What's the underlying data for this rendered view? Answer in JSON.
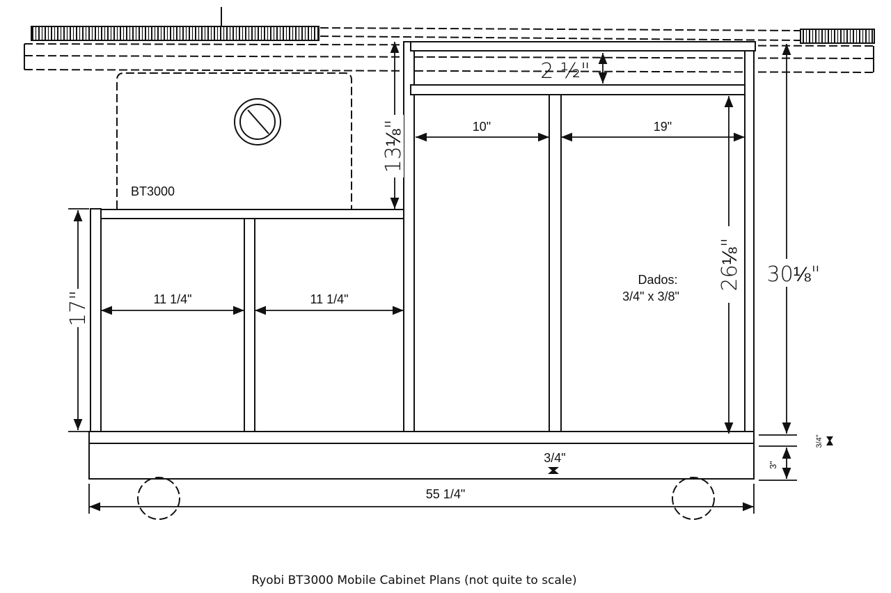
{
  "labels": {
    "saw_model": "BT3000",
    "top_shelf_gap": "2 ½\"",
    "saw_height": "13⅛\"",
    "right_left_bay": "10\"",
    "right_right_bay": "19\"",
    "left_height": "17\"",
    "left_bay_1": "11 1/4\"",
    "left_bay_2": "11 1/4\"",
    "dados_title": "Dados:",
    "dados_size": "3/4\" x 3/8\"",
    "inner_height": "26⅛\"",
    "total_height": "30⅛\"",
    "divider_thickness": "3/4\"",
    "bottom_thickness": "3/4\"",
    "base_height": "3\"",
    "total_width": "55 1/4\""
  },
  "caption": "Ryobi BT3000 Mobile Cabinet Plans (not quite to scale)"
}
